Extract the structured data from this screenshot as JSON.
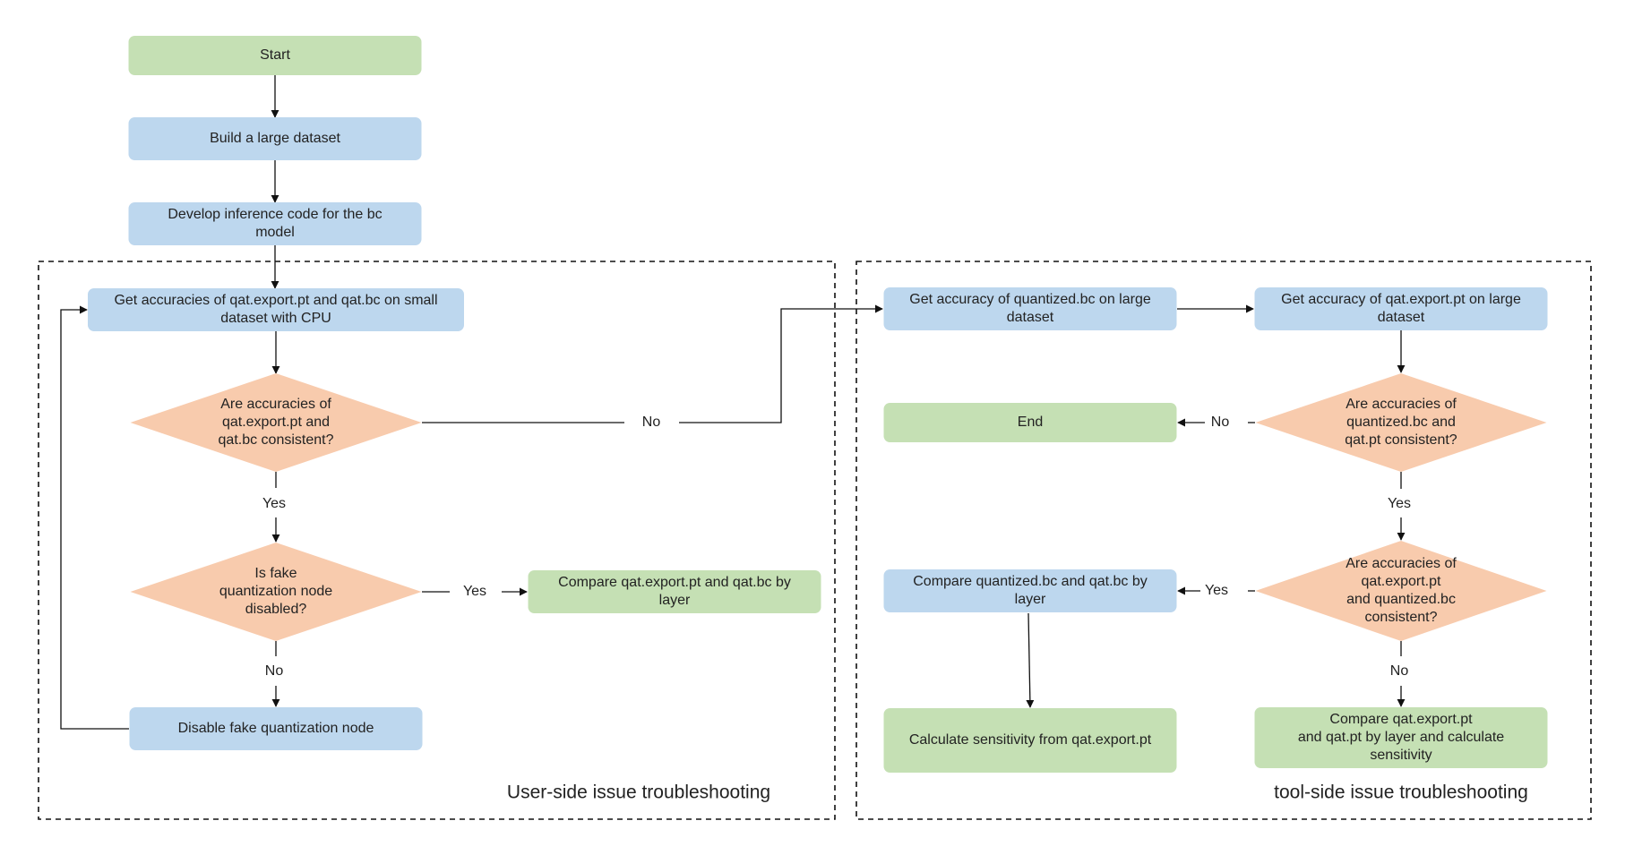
{
  "colors": {
    "terminal": "#c5e0b4",
    "process": "#bdd7ee",
    "decision": "#f8cbad",
    "line": "#111111"
  },
  "groups": {
    "user": {
      "label": "User-side issue troubleshooting"
    },
    "tool": {
      "label": "tool-side issue troubleshooting"
    }
  },
  "nodes": {
    "start": {
      "kind": "terminal",
      "lines": [
        "Start"
      ]
    },
    "build": {
      "kind": "process",
      "lines": [
        "Build a large dataset"
      ]
    },
    "develop": {
      "kind": "process",
      "lines": [
        "Develop inference code for the bc",
        "model"
      ]
    },
    "get_small": {
      "kind": "process",
      "lines": [
        "Get accuracies of qat.export.pt and qat.bc on small",
        "dataset with CPU"
      ]
    },
    "dec_consistent": {
      "kind": "decision",
      "lines": [
        "Are accuracies of",
        "qat.export.pt and",
        "qat.bc consistent?"
      ]
    },
    "dec_fake": {
      "kind": "decision",
      "lines": [
        "Is fake",
        "quantization node",
        "disabled?"
      ]
    },
    "compare_qat": {
      "kind": "terminal",
      "lines": [
        "Compare qat.export.pt and qat.bc by",
        "layer"
      ]
    },
    "disable_fake": {
      "kind": "process",
      "lines": [
        "Disable fake quantization node"
      ]
    },
    "get_quant_large": {
      "kind": "process",
      "lines": [
        "Get accuracy of quantized.bc on large",
        "dataset"
      ]
    },
    "get_export_large": {
      "kind": "process",
      "lines": [
        "Get accuracy of qat.export.pt on large",
        "dataset"
      ]
    },
    "end": {
      "kind": "terminal",
      "lines": [
        "End"
      ]
    },
    "dec_quant_pt": {
      "kind": "decision",
      "lines": [
        "Are accuracies of",
        "quantized.bc and",
        "qat.pt consistent?"
      ]
    },
    "dec_export_quant": {
      "kind": "decision",
      "lines": [
        "Are accuracies of",
        "qat.export.pt",
        "and quantized.bc",
        "consistent?"
      ]
    },
    "compare_quant_qat": {
      "kind": "process",
      "lines": [
        "Compare quantized.bc and qat.bc by",
        "layer"
      ]
    },
    "calc_sens": {
      "kind": "terminal",
      "lines": [
        "Calculate sensitivity from qat.export.pt"
      ]
    },
    "compare_layer_sens": {
      "kind": "terminal",
      "lines": [
        "Compare qat.export.pt",
        "and qat.pt by layer and calculate",
        "sensitivity"
      ]
    }
  },
  "edge_labels": {
    "consistent_no": "No",
    "consistent_yes": "Yes",
    "fake_yes": "Yes",
    "fake_no": "No",
    "quant_pt_no": "No",
    "quant_pt_yes": "Yes",
    "export_quant_yes": "Yes",
    "export_quant_no": "No"
  }
}
